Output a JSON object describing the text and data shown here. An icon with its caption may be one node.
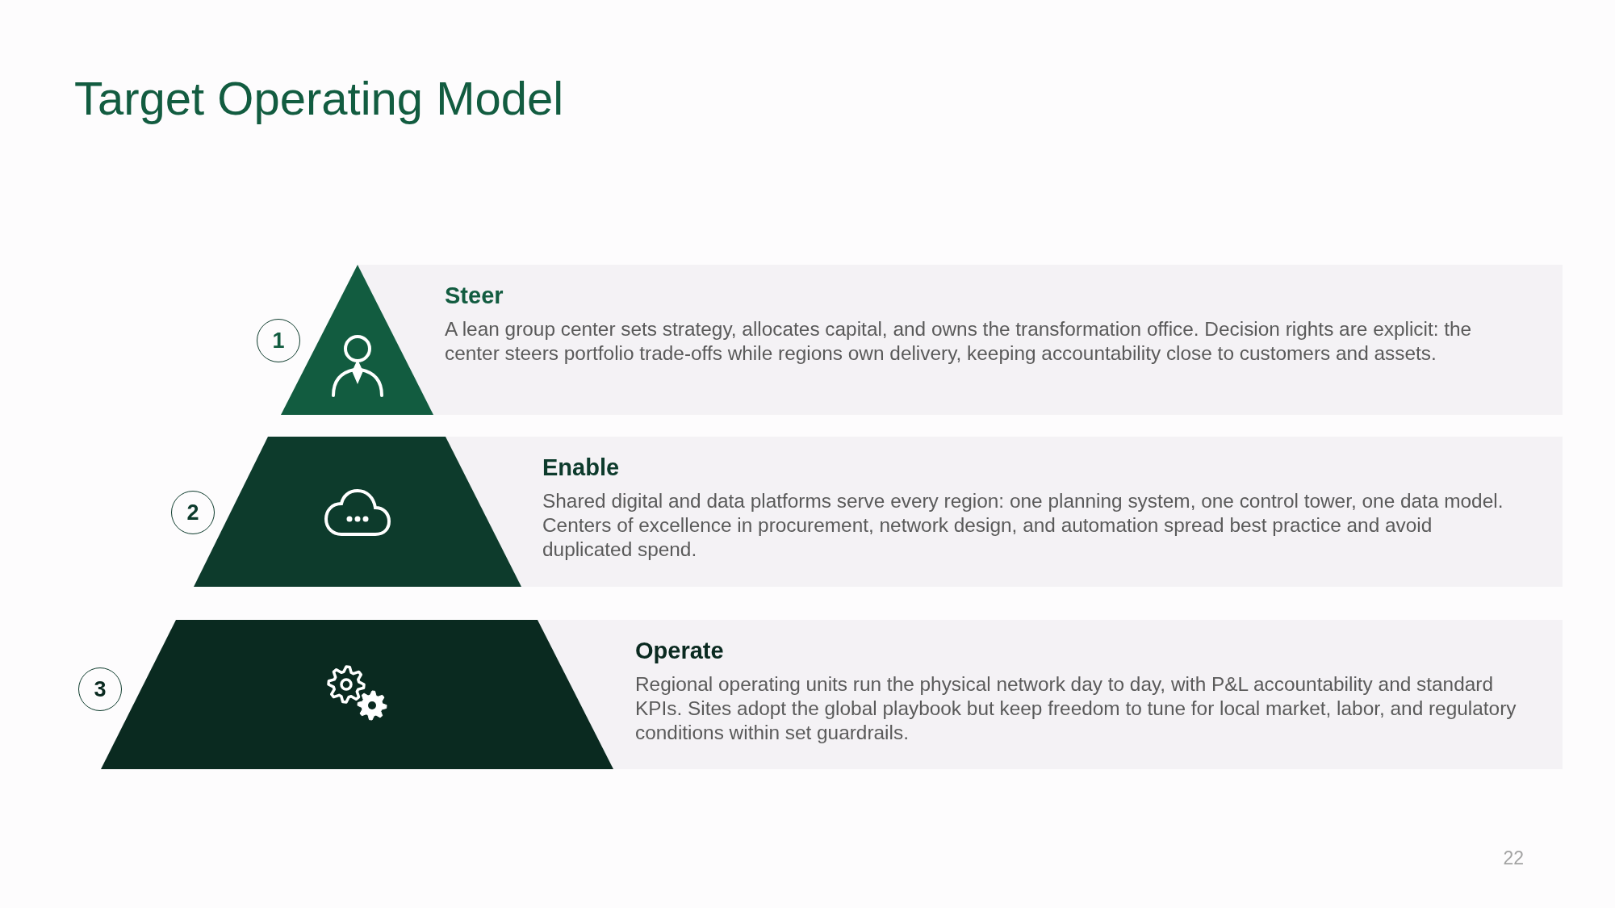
{
  "diagram": {
    "title": "Target Operating Model",
    "nodes": [
      {
        "text": [
          "1"
        ]
      },
      {
        "text": [
          "Steer",
          "A lean group center sets strategy, allocates capital, and owns the transformation office. Decision rights are explicit: the center steers portfolio trade-offs while regions own delivery, keeping accountability close to customers and assets."
        ]
      },
      {
        "text": [
          "2"
        ]
      },
      {
        "text": [
          "Enable",
          "Shared digital and data platforms serve every region: one planning system, one control tower, one data model. Centers of excellence in procurement, network design, and automation spread best practice and avoid duplicated spend."
        ]
      },
      {
        "text": [
          "3"
        ]
      },
      {
        "text": [
          "Operate",
          "Regional operating units run the physical network day to day, with P&L accountability and standard KPIs. Sites adopt the global playbook but keep freedom to tune for local market, labor, and regulatory conditions within set guardrails."
        ]
      }
    ],
    "labels": [
      "22"
    ]
  }
}
